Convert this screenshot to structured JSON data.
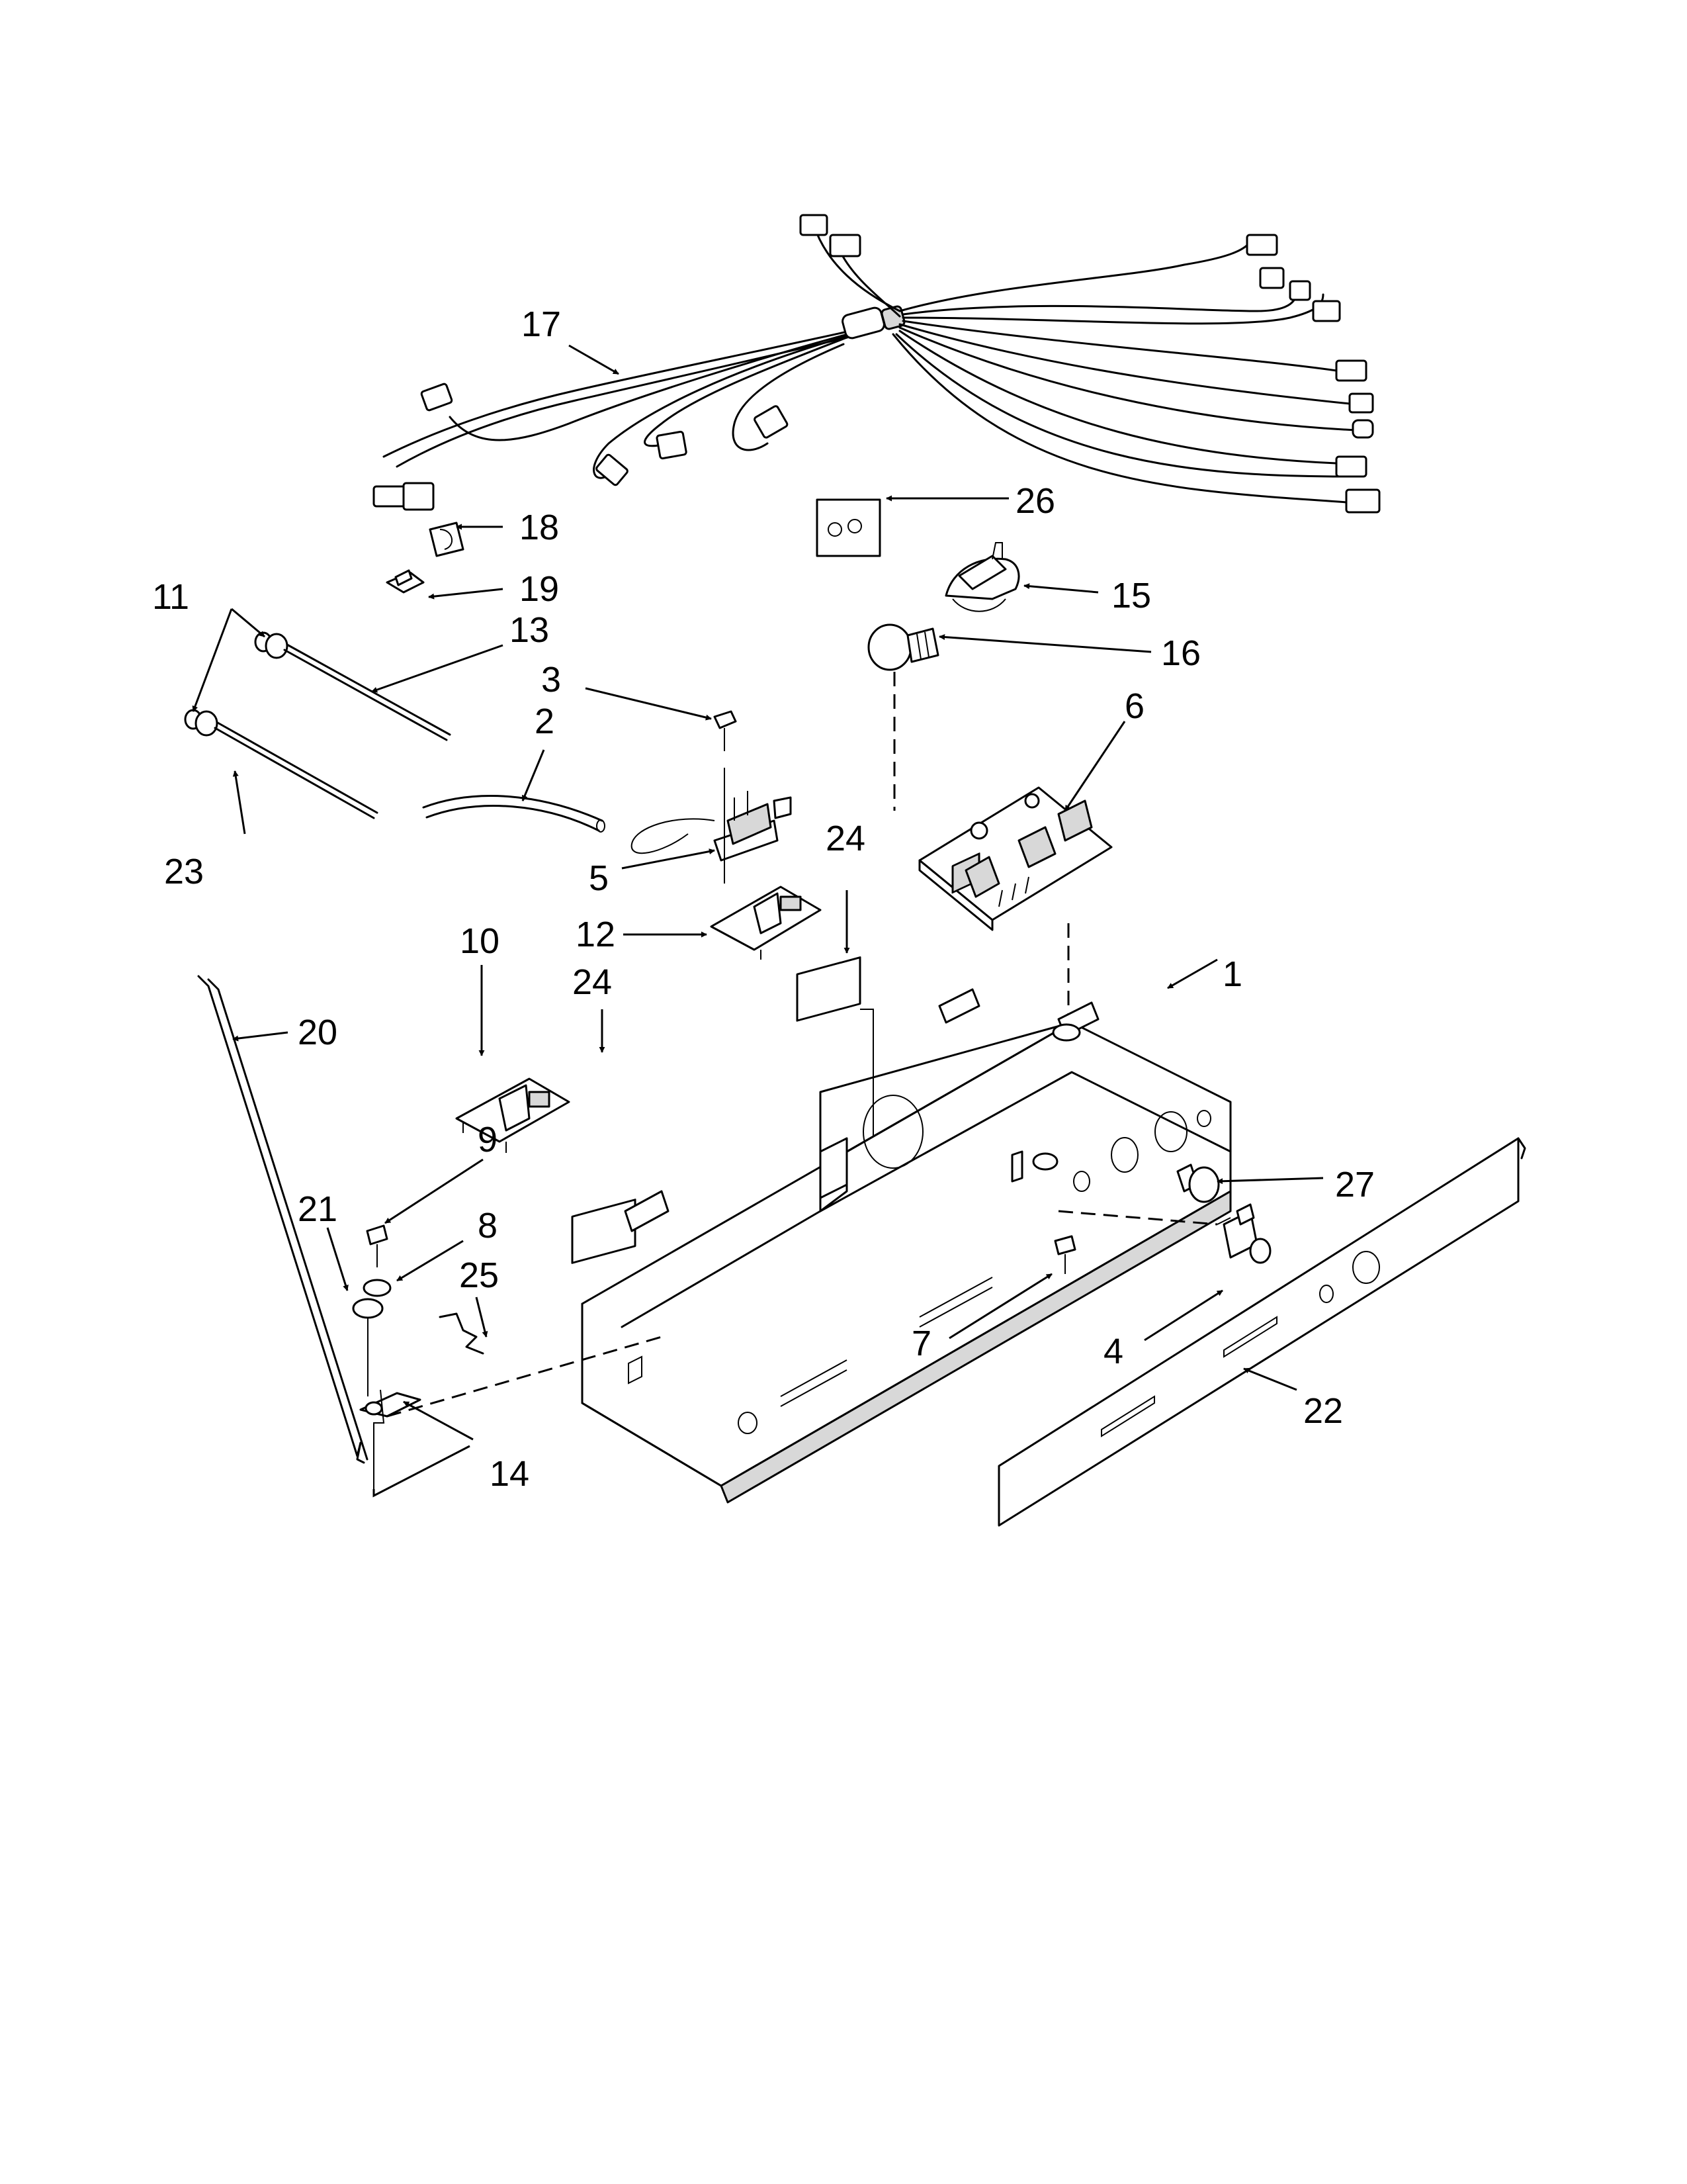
{
  "callouts": {
    "c1": "1",
    "c2": "2",
    "c3": "3",
    "c4": "4",
    "c5": "5",
    "c6": "6",
    "c7": "7",
    "c8": "8",
    "c9": "9",
    "c10": "10",
    "c11": "11",
    "c12": "12",
    "c13": "13",
    "c14": "14",
    "c15": "15",
    "c16": "16",
    "c17": "17",
    "c18": "18",
    "c19": "19",
    "c20": "20",
    "c21": "21",
    "c22": "22",
    "c23": "23",
    "c24a": "24",
    "c24b": "24",
    "c25": "25",
    "c26": "26",
    "c27": "27"
  }
}
